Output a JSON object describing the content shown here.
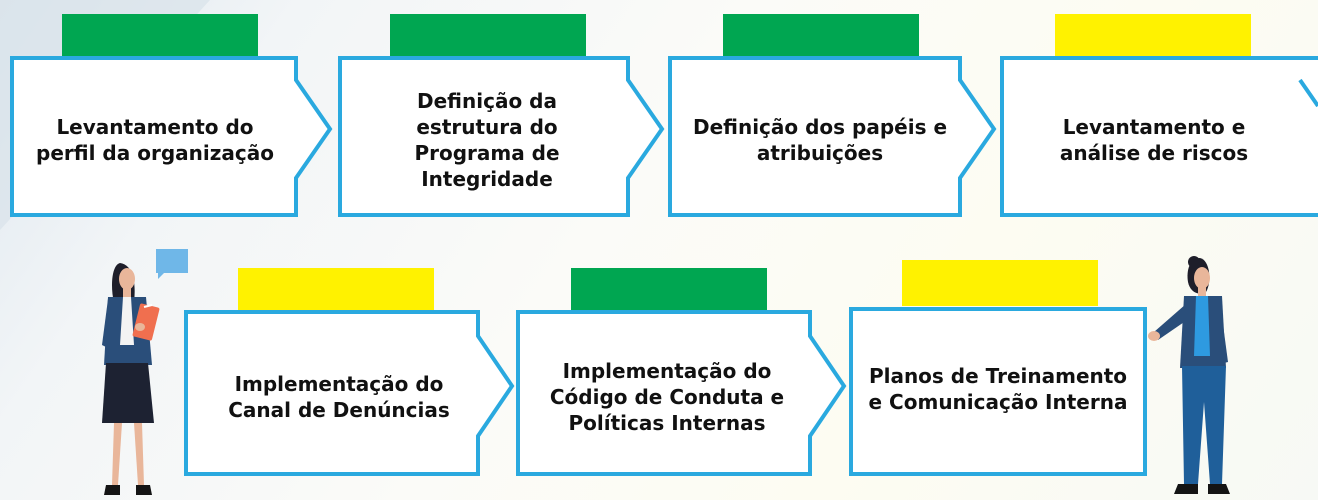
{
  "colors": {
    "border": "#2aa9df",
    "green_tab": "#00a651",
    "yellow_tab": "#fff200",
    "box_fill": "#ffffff",
    "text": "#111111"
  },
  "steps": [
    {
      "label": "Levantamento do perfil da organização",
      "tab_color": "green"
    },
    {
      "label": "Definição da estrutura do Programa de Integridade",
      "tab_color": "green"
    },
    {
      "label": "Definição dos papéis e atribuições",
      "tab_color": "green"
    },
    {
      "label": "Levantamento e análise de riscos",
      "tab_color": "yellow"
    },
    {
      "label": "Implementação do Canal de Denúncias",
      "tab_color": "yellow"
    },
    {
      "label": "Implementação do Código de Conduta e Políticas Internas",
      "tab_color": "green"
    },
    {
      "label": "Planos de Treinamento e Comunicação Interna",
      "tab_color": "yellow"
    }
  ],
  "illustrations": {
    "left": "woman-with-clipboard-and-speech-bubble",
    "right": "woman-presenting"
  }
}
